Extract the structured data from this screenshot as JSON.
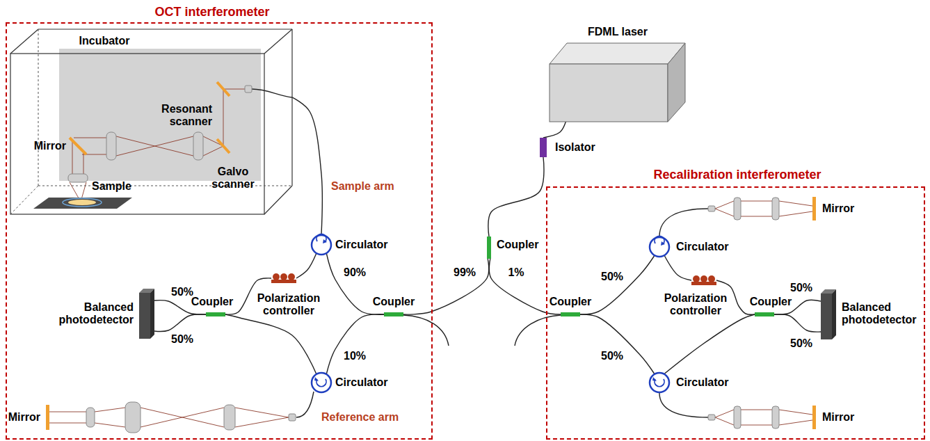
{
  "diagram": {
    "nodes": [
      {
        "text": [
          "OCT interferometer"
        ]
      },
      {
        "text": [
          "Incubator"
        ],
        "in": 0
      },
      {
        "text": [
          "FDML laser"
        ]
      },
      {
        "text": [
          "Isolator"
        ]
      },
      {
        "text": [
          "Coupler"
        ]
      },
      {
        "text": [
          "Recalibration interferometer"
        ]
      },
      {
        "text": [
          "Circulator"
        ],
        "in": 0
      },
      {
        "text": [
          "Polarization controller"
        ],
        "in": 0
      },
      {
        "text": [
          "Coupler"
        ],
        "in": 0
      },
      {
        "text": [
          "Coupler"
        ],
        "in": 0
      },
      {
        "text": [
          "Balanced photodetector"
        ],
        "in": 0
      },
      {
        "text": [
          "Circulator"
        ],
        "in": 0
      },
      {
        "text": [
          "Coupler"
        ],
        "in": 5
      },
      {
        "text": [
          "Circulator"
        ],
        "in": 5
      },
      {
        "text": [
          "Polarization controller"
        ],
        "in": 5
      },
      {
        "text": [
          "Coupler"
        ],
        "in": 5
      },
      {
        "text": [
          "Balanced photodetector"
        ],
        "in": 5
      },
      {
        "text": [
          "Circulator"
        ],
        "in": 5
      }
    ],
    "edges": [
      {
        "from": 2,
        "to": 3,
        "arrow": "none"
      },
      {
        "from": 3,
        "to": 4,
        "arrow": "none"
      },
      {
        "from": 4,
        "to": 8,
        "arrow": "none"
      },
      {
        "from": 4,
        "to": 12,
        "arrow": "none"
      },
      {
        "from": 8,
        "to": 6,
        "arrow": "none"
      },
      {
        "from": 8,
        "to": 11,
        "arrow": "none"
      },
      {
        "from": 6,
        "to": 7,
        "arrow": "none"
      },
      {
        "from": 7,
        "to": 9,
        "arrow": "none"
      },
      {
        "from": 11,
        "to": 9,
        "arrow": "none"
      },
      {
        "from": 9,
        "to": 10,
        "arrow": "none"
      },
      {
        "from": 9,
        "to": 10,
        "arrow": "none"
      },
      {
        "from": 6,
        "to": 1,
        "arrow": "none"
      },
      {
        "from": 12,
        "to": 13,
        "arrow": "none"
      },
      {
        "from": 12,
        "to": 17,
        "arrow": "none"
      },
      {
        "from": 13,
        "to": 14,
        "arrow": "none"
      },
      {
        "from": 14,
        "to": 15,
        "arrow": "none"
      },
      {
        "from": 17,
        "to": 15,
        "arrow": "none"
      },
      {
        "from": 15,
        "to": 16,
        "arrow": "none"
      },
      {
        "from": 15,
        "to": 16,
        "arrow": "none"
      }
    ],
    "labels": [
      "Resonant scanner",
      "Mirror",
      "Galvo scanner",
      "Sample",
      "Sample arm",
      "90%",
      "50%",
      "50%",
      "10%",
      "Mirror",
      "Reference arm",
      "99%",
      "1%",
      "Mirror",
      "50%",
      "50%",
      "50%",
      "50%",
      "Mirror"
    ]
  }
}
